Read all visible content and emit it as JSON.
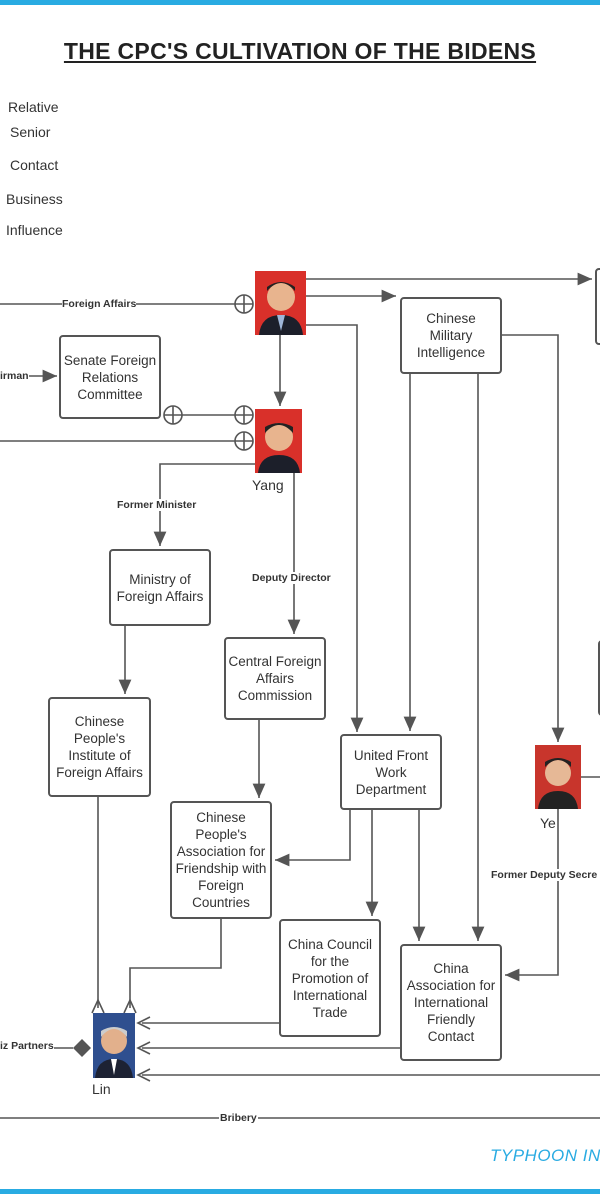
{
  "title": "THE CPC'S CULTIVATION OF THE BIDENS",
  "legend": [
    "Relative",
    "Senior",
    "Contact",
    "Business",
    "Influence"
  ],
  "boxes": {
    "military": "Chinese Military Intelligence",
    "senate": "Senate Foreign Relations Committee",
    "mofa": "Ministry of Foreign Affairs",
    "cfac": "Central Foreign Affairs Commission",
    "institute": "Chinese People's Institute of Foreign Affairs",
    "ufwd": "United Front Work Department",
    "friendship": "Chinese People's Association for Friendship with Foreign Countries",
    "ccpit": "China Council for the Promotion of International Trade",
    "caifc": "China Association for International Friendly Contact"
  },
  "people": {
    "yang": "Yang",
    "ye": "Ye",
    "lin": "Lin"
  },
  "edge_labels": {
    "foreign_affairs": "Foreign Affairs",
    "chairman": "irman",
    "former_minister": "Former Minister",
    "deputy_director": "Deputy Director",
    "former_deputy": "Former Deputy Secre",
    "biz_partners": "iz Partners",
    "bribery": "Bribery"
  },
  "footer": "TYPHOON INVE",
  "colors": {
    "accent": "#29abe2",
    "line": "#555555"
  }
}
